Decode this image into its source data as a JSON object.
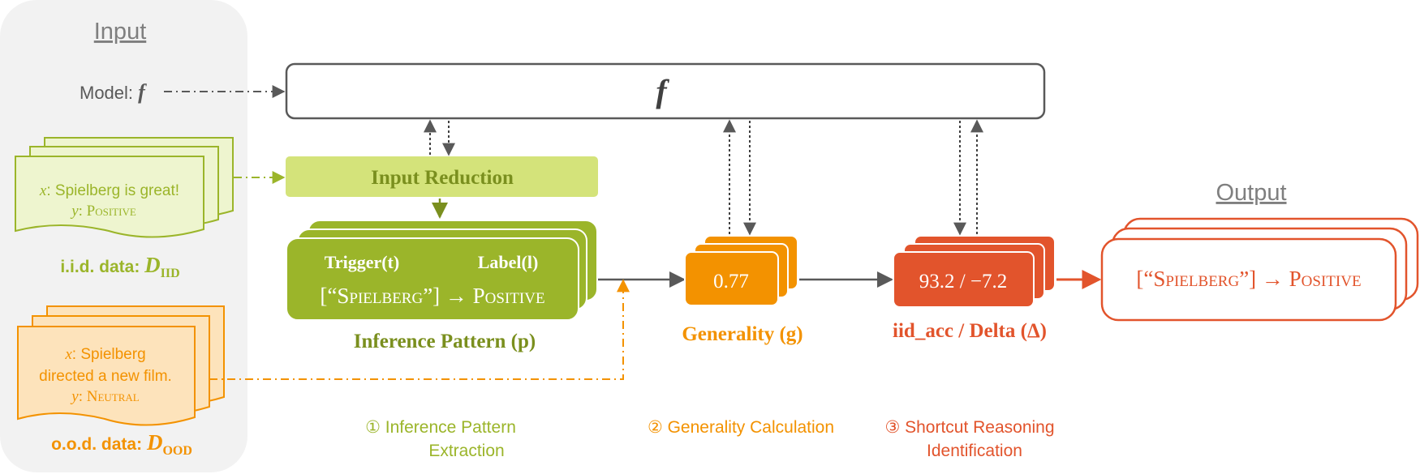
{
  "input_panel": {
    "title": "Input",
    "model_label": "Model: ",
    "model_symbol": "f",
    "iid_card": {
      "x_prefix": "x",
      "x_text": ": Spielberg is great!",
      "y_prefix": "y",
      "y_text": ": Positive"
    },
    "iid_caption": "i.i.d. data: ",
    "iid_symbol": "D",
    "iid_sub": "IID",
    "ood_card": {
      "x_prefix": "x",
      "line1": ": Spielberg",
      "line2": "directed a new film.",
      "y_prefix": "y",
      "y_text": ": Neutral"
    },
    "ood_caption": "o.o.d. data: ",
    "ood_symbol": "D",
    "ood_sub": "OOD"
  },
  "model_box": {
    "symbol": "f"
  },
  "reduction": {
    "label": "Input Reduction"
  },
  "pattern": {
    "trigger_label": "Trigger(t)",
    "label_label": "Label(l)",
    "value": "[“Spielberg”] → Positive",
    "caption": "Inference Pattern (p)"
  },
  "generality": {
    "value": "0.77",
    "caption": "Generality (g)"
  },
  "delta": {
    "value": "93.2 / −7.2",
    "caption": "iid_acc / Delta (Δ)"
  },
  "output_panel": {
    "title": "Output",
    "value": "[“Spielberg”] → Positive"
  },
  "steps": [
    {
      "line1": "① Inference Pattern",
      "line2": "Extraction"
    },
    {
      "line1": "② Generality Calculation",
      "line2": ""
    },
    {
      "line1": "③ Shortcut Reasoning",
      "line2": "Identification"
    }
  ],
  "colors": {
    "green": "#9bb52a",
    "light_green": "#d4e37a",
    "pale_green": "#eef5cf",
    "orange": "#f39200",
    "pale_orange": "#fde3bb",
    "red_orange": "#e2542c",
    "gray": "#595959"
  }
}
